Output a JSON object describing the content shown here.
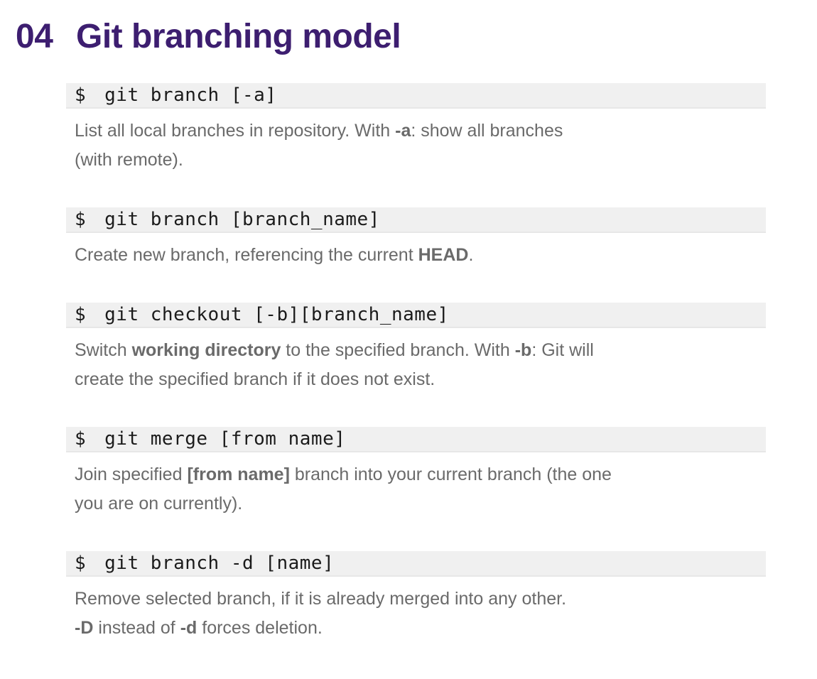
{
  "page": {
    "colors": {
      "accent": "#3d1e70",
      "text_gray": "#6a6a6a",
      "code_bg": "#f0f0f0",
      "code_edge": "#e7e7e7",
      "code_text": "#1b1b1b",
      "page_bg": "#ffffff"
    }
  },
  "header": {
    "number": "04",
    "title": "Git branching model"
  },
  "sections": [
    {
      "prompt": "$",
      "command": "git branch [-a]",
      "description": [
        [
          {
            "text": "List all local branches in repository. With ",
            "bold": false
          },
          {
            "text": "-a",
            "bold": true
          },
          {
            "text": ": show all branches",
            "bold": false
          }
        ],
        [
          {
            "text": "(with remote).",
            "bold": false
          }
        ]
      ]
    },
    {
      "prompt": "$",
      "command": "git branch [branch_name]",
      "description": [
        [
          {
            "text": "Create new branch, referencing the current ",
            "bold": false
          },
          {
            "text": "HEAD",
            "bold": true
          },
          {
            "text": ".",
            "bold": false
          }
        ]
      ]
    },
    {
      "prompt": "$",
      "command": "git checkout [-b][branch_name]",
      "description": [
        [
          {
            "text": "Switch ",
            "bold": false
          },
          {
            "text": "working directory",
            "bold": true
          },
          {
            "text": " to the specified branch. With ",
            "bold": false
          },
          {
            "text": "-b",
            "bold": true
          },
          {
            "text": ": Git will",
            "bold": false
          }
        ],
        [
          {
            "text": "create the specified branch if it does not exist.",
            "bold": false
          }
        ]
      ]
    },
    {
      "prompt": "$",
      "command": "git merge [from name]",
      "description": [
        [
          {
            "text": "Join specified ",
            "bold": false
          },
          {
            "text": "[from name]",
            "bold": true
          },
          {
            "text": " branch into your current branch (the one",
            "bold": false
          }
        ],
        [
          {
            "text": "you are on currently).",
            "bold": false
          }
        ]
      ]
    },
    {
      "prompt": "$",
      "command": "git branch -d [name]",
      "description": [
        [
          {
            "text": "Remove selected branch, if it is already merged into any other.",
            "bold": false
          }
        ],
        [
          {
            "text": "-D",
            "bold": true
          },
          {
            "text": " instead of ",
            "bold": false
          },
          {
            "text": "-d",
            "bold": true
          },
          {
            "text": " forces deletion.",
            "bold": false
          }
        ]
      ]
    }
  ]
}
